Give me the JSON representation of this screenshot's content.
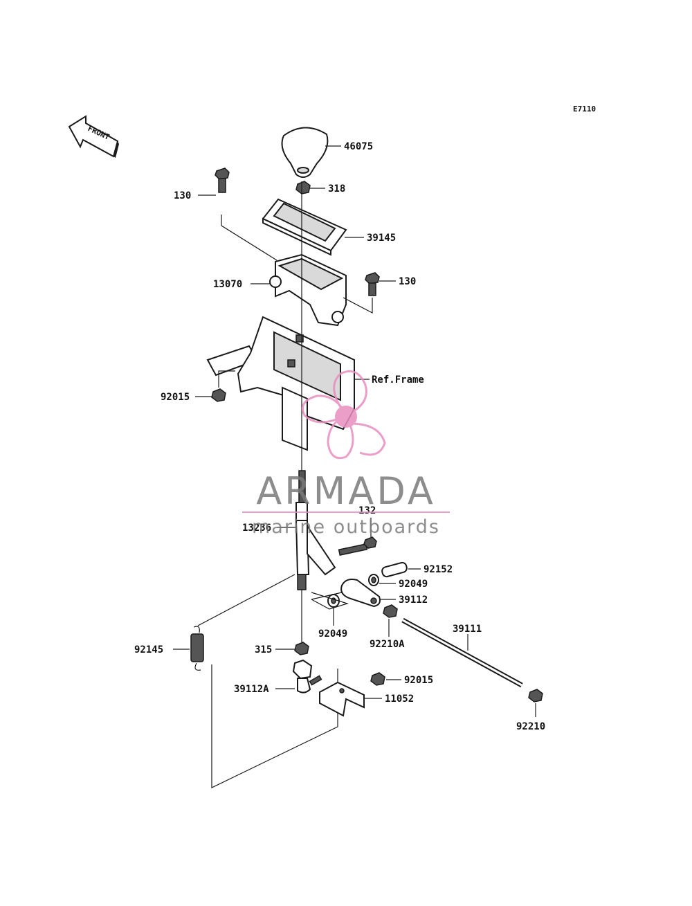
{
  "diagram_code": "E7110",
  "front_label": "FRONT",
  "parts": {
    "p46075": "46075",
    "p318": "318",
    "p130a": "130",
    "p39145": "39145",
    "p13070": "13070",
    "p130b": "130",
    "ref_frame": "Ref.Frame",
    "p92015a": "92015",
    "p132": "132",
    "p13236": "13236",
    "p92152": "92152",
    "p92049a": "92049",
    "p39112": "39112",
    "p92049b": "92049",
    "p92210a": "92210A",
    "p39111": "39111",
    "p92145": "92145",
    "p315": "315",
    "p39112a": "39112A",
    "p92015b": "92015",
    "p11052": "11052",
    "p92210": "92210"
  },
  "watermark": {
    "brand": "ARMADA",
    "tagline": "marine outboards",
    "colors": {
      "accent": "#e88fbf",
      "text": "#7a7a7a"
    }
  }
}
